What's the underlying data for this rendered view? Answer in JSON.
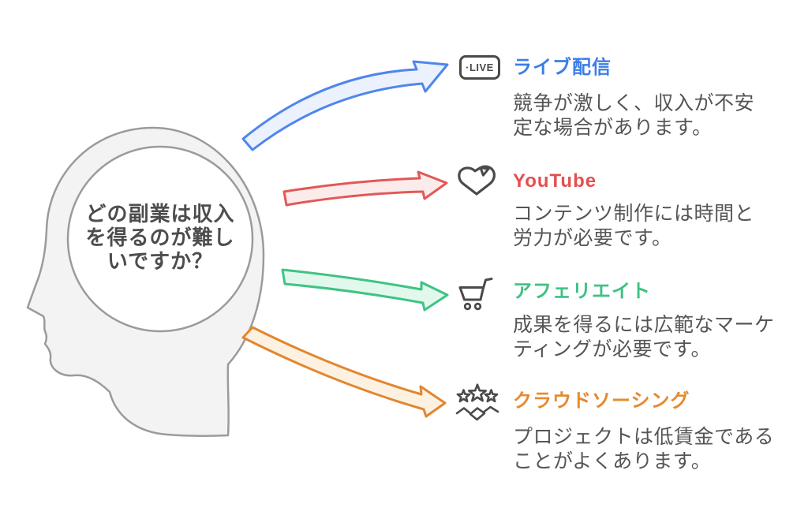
{
  "diagram_type": "mind-map with head silhouette and four arrows",
  "question": {
    "text": "どの副業は収入を得るのが難しいですか？",
    "lines": [
      "どの副業は収入",
      "を得るのが難し",
      "いですか？"
    ]
  },
  "items": [
    {
      "icon": "live-badge-icon",
      "icon_text": "·LIVE",
      "title": "ライブ配信",
      "description": "競争が激しく、収入が不安定な場合があります。",
      "description_lines": [
        "競争が激しく、収入が不安",
        "定な場合があります。"
      ],
      "accent_color": "#3b7de8",
      "arrow_stroke": "#4f86ec",
      "arrow_fill": "#ebf1fd"
    },
    {
      "icon": "youtube-heart-icon",
      "title": "YouTube",
      "description": "コンテンツ制作には時間と労力が必要です。",
      "description_lines": [
        "コンテンツ制作には時間と",
        "労力が必要です。"
      ],
      "accent_color": "#e2504f",
      "arrow_stroke": "#e25858",
      "arrow_fill": "#fcebeb"
    },
    {
      "icon": "shopping-cart-icon",
      "title": "アフェリエイト",
      "description": "成果を得るには広範なマーケティングが必要です。",
      "description_lines": [
        "成果を得るには広範なマーケ",
        "ティングが必要です。"
      ],
      "accent_color": "#3ec184",
      "arrow_stroke": "#3ec484",
      "arrow_fill": "#e3f8ed"
    },
    {
      "icon": "stars-handshake-icon",
      "title": "クラウドソーシング",
      "description": "プロジェクトは低賃金であることがよくあります。",
      "description_lines": [
        "プロジェクトは低賃金である",
        "ことがよくあります。"
      ],
      "accent_color": "#e6892e",
      "arrow_stroke": "#e2862f",
      "arrow_fill": "#fdf1e2"
    }
  ],
  "colors": {
    "background": "#ffffff",
    "head_fill": "#f3f3f3",
    "head_stroke": "#9b9b9b",
    "thought_circle_fill": "#ffffff",
    "question_text": "#4d4d4d",
    "description_text": "#555555",
    "icon_stroke": "#4a4a4a"
  }
}
